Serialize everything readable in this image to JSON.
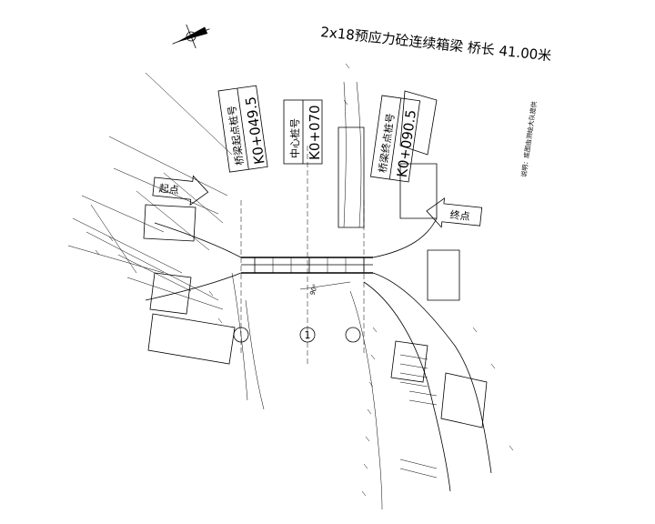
{
  "title": "2x18预应力砼连续箱梁 桥长 41.00米",
  "stations": [
    {
      "caption": "桥梁起点桩号",
      "value": "K0+049.5"
    },
    {
      "caption": "中心桩号",
      "value": "K0+070"
    },
    {
      "caption": "桥梁终点桩号",
      "value": "K0+090.5"
    }
  ],
  "start_label": "起点",
  "end_label": "终点",
  "pier_label": "1",
  "note": "说明：底图由测绘大队提供",
  "angle_label": "90°",
  "icons": {
    "north": "north-arrow-icon"
  }
}
